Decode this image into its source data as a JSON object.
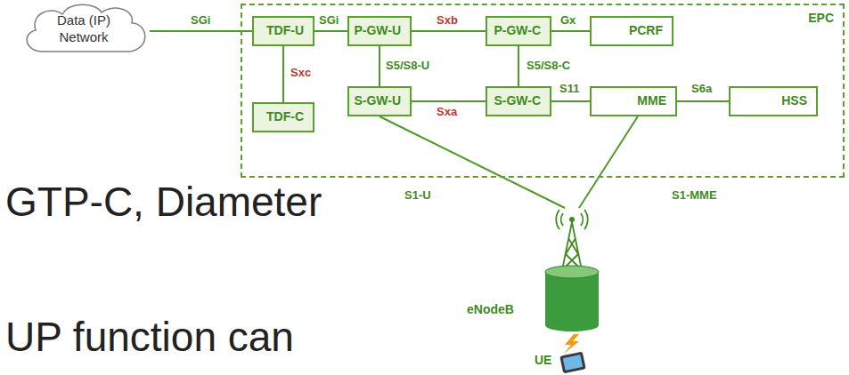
{
  "diagram": {
    "nodes": [
      {
        "text": [
          "Data (IP) Network"
        ]
      },
      {
        "text": [
          "EPC"
        ]
      },
      {
        "text": [
          "TDF-U"
        ],
        "in": 1
      },
      {
        "text": [
          "P-GW-U"
        ],
        "in": 1
      },
      {
        "text": [
          "P-GW-C"
        ],
        "in": 1
      },
      {
        "text": [
          "PCRF"
        ],
        "in": 1
      },
      {
        "text": [
          "TDF-C"
        ],
        "in": 1
      },
      {
        "text": [
          "S-GW-U"
        ],
        "in": 1
      },
      {
        "text": [
          "S-GW-C"
        ],
        "in": 1
      },
      {
        "text": [
          "MME"
        ],
        "in": 1
      },
      {
        "text": [
          "HSS"
        ],
        "in": 1
      },
      {
        "text": [
          "eNodeB"
        ]
      }
    ],
    "edges": [
      {
        "from": 0,
        "to": 2,
        "label": "SGi",
        "arrow": "none"
      },
      {
        "from": 2,
        "to": 3,
        "label": "SGi",
        "arrow": "none"
      },
      {
        "from": 3,
        "to": 4,
        "label": "Sxb",
        "arrow": "none"
      },
      {
        "from": 4,
        "to": 5,
        "label": "Gx",
        "arrow": "none"
      },
      {
        "from": 2,
        "to": 6,
        "label": "Sxc",
        "arrow": "none"
      },
      {
        "from": 3,
        "to": 7,
        "label": "S5/S8-U",
        "arrow": "none"
      },
      {
        "from": 4,
        "to": 8,
        "label": "S5/S8-C",
        "arrow": "none"
      },
      {
        "from": 7,
        "to": 8,
        "label": "Sxa",
        "arrow": "none"
      },
      {
        "from": 8,
        "to": 9,
        "label": "S11",
        "arrow": "none"
      },
      {
        "from": 9,
        "to": 10,
        "label": "S6a",
        "arrow": "none"
      },
      {
        "from": 7,
        "to": 11,
        "label": "S1-U",
        "arrow": "none"
      },
      {
        "from": 9,
        "to": 11,
        "label": "S1-MME",
        "arrow": "none"
      }
    ],
    "labels": [
      "GTP-C, Diameter",
      "UP function can",
      "UE"
    ]
  }
}
